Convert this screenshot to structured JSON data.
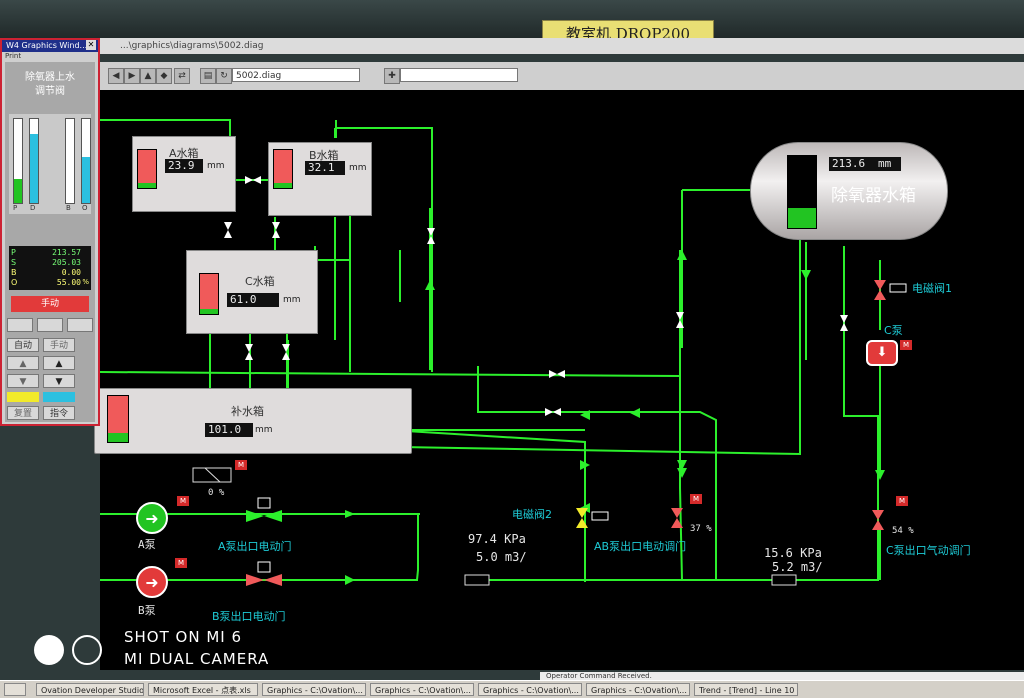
{
  "window": {
    "station_label": "教室机 DROP200",
    "path": "...\\graphics\\diagrams\\5002.diag",
    "diagram_combo": "5002.diag"
  },
  "faceplate": {
    "title": "W4 Graphics Wind...",
    "menu": "Print",
    "name_line1": "除氧器上水",
    "name_line2": "调节阀",
    "bar_labels": [
      "P",
      "D",
      "B",
      "O"
    ],
    "readout_labels": [
      "P",
      "S",
      "B",
      "O"
    ],
    "readouts": [
      "213.57",
      "205.03",
      "0.00",
      "55.00"
    ],
    "percent_unit": "%",
    "mode_indicator": "手动",
    "buttons": {
      "auto": "自动",
      "manual": "手动",
      "reset": "复置",
      "command": "指令"
    },
    "bars": {
      "p": 0.28,
      "s": 0.82,
      "b": 0.0,
      "o": 0.55
    }
  },
  "tanks": {
    "a": {
      "name": "A水箱",
      "value": "23.9",
      "unit": "mm",
      "level": 0.12
    },
    "b": {
      "name": "B水箱",
      "value": "32.1",
      "unit": "mm",
      "level": 0.12
    },
    "c": {
      "name": "C水箱",
      "value": "61.0",
      "unit": "mm",
      "level": 0.12
    },
    "makeup": {
      "name": "补水箱",
      "value": "101.0",
      "unit": "mm",
      "level": 0.2
    },
    "deaerator": {
      "name": "除氧器水箱",
      "value": "213.6",
      "unit": "mm",
      "level": 0.28
    }
  },
  "labels": {
    "solenoid1": "电磁阀1",
    "solenoid2": "电磁阀2",
    "pump_c": "C泵",
    "pump_a": "A泵",
    "pump_b": "B泵",
    "valve_a": "A泵出口电动门",
    "valve_b": "B泵出口电动门",
    "valve_ab": "AB泵出口电动调门",
    "valve_c": "C泵出口气动调门",
    "ab_percent": "37 %",
    "c_percent": "54 %",
    "small_zero": "0 %"
  },
  "flow": {
    "pressure1": "97.4 KPa",
    "flow1": "5.0 m3/",
    "pressure2": "15.6 KPa",
    "flow2": "5.2 m3/"
  },
  "badge": "M",
  "watermark": {
    "line1": "SHOT ON MI 6",
    "line2": "MI DUAL CAMERA"
  },
  "status_bar": "Operator Command Received.",
  "taskbar": [
    "Ovation Developer Studio",
    "Microsoft Excel - 点表.xls",
    "Graphics - C:\\Ovation\\...",
    "Graphics - C:\\Ovation\\...",
    "Graphics - C:\\Ovation\\...",
    "Graphics - C:\\Ovation\\...",
    "Trend - [Trend] - Line 10"
  ],
  "colors": {
    "pipe": "#2cf02c",
    "alarm": "#f05a5a",
    "label": "#1ecbd6",
    "level": "#22c422"
  }
}
